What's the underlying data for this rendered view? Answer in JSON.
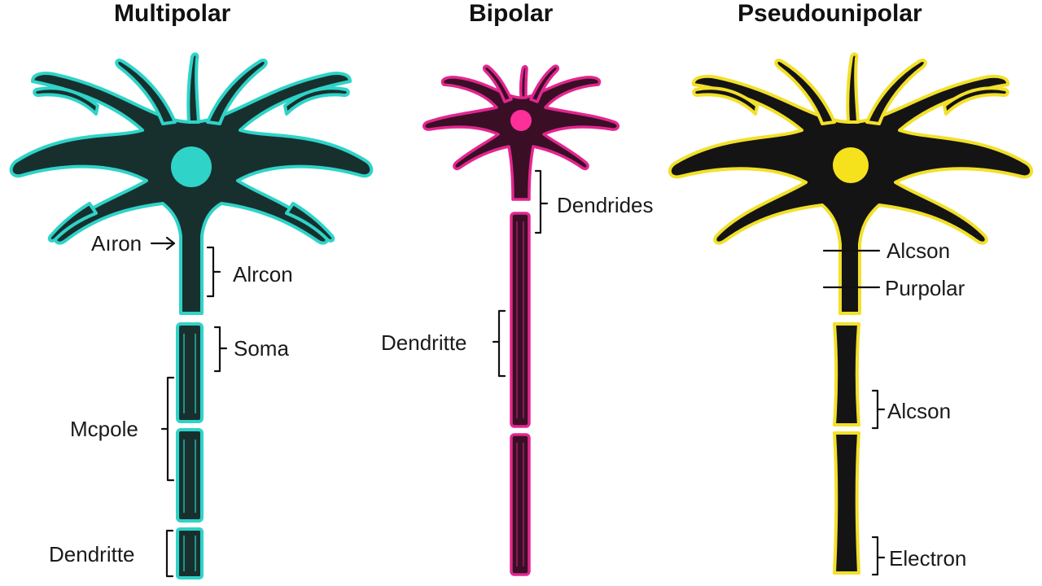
{
  "colors": {
    "multipolar_outline": "#2fd3c8",
    "bipolar_outline": "#e3268f",
    "pseudounipolar_outline": "#f2e02a",
    "cell_fill": "#17302e",
    "pseudo_fill": "#141414"
  },
  "panels": [
    {
      "title": "Multipolar",
      "labels": [
        "Aıron",
        "Alrcon",
        "Soma",
        "Mcpole",
        "Dendritte"
      ]
    },
    {
      "title": "Bipolar",
      "labels": [
        "Dendrides",
        "Dendritte"
      ]
    },
    {
      "title": "Pseudounipolar",
      "labels": [
        "Alcson",
        "Purpolar",
        "Alcson",
        "Electron"
      ]
    }
  ]
}
